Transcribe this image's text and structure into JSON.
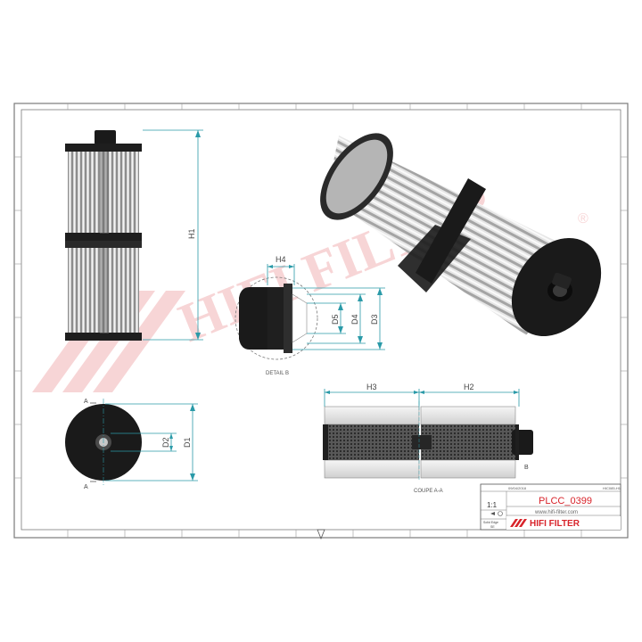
{
  "drawing": {
    "view_labels": {
      "detail": "DETAIL B",
      "section": "COUPE A-A"
    },
    "section_marks": {
      "a_top": "A",
      "a_bottom": "A",
      "b": "B"
    },
    "dimensions": {
      "h1": "H1",
      "h2": "H2",
      "h3": "H3",
      "h4": "H4",
      "d1": "D1",
      "d2": "D2",
      "d3": "D3",
      "d4": "D4",
      "d5": "D5"
    }
  },
  "title_block": {
    "date": "09/04/2018",
    "header_right": "HIC085-H1",
    "reference": "PLCC_0399",
    "scale": "1:1",
    "website": "www.hifi-filter.com",
    "brand": "HIFI FILTER",
    "edge_label": "Solid Edge",
    "edge_sub": "SE"
  },
  "watermark": {
    "text": "HIFI FILTER"
  },
  "colors": {
    "line": "#7a7a7a",
    "dim": "#2a9aa8",
    "brand_red": "#d8232a",
    "watermark_red": "#f2b4b6",
    "dark": "#1a1a1a"
  }
}
